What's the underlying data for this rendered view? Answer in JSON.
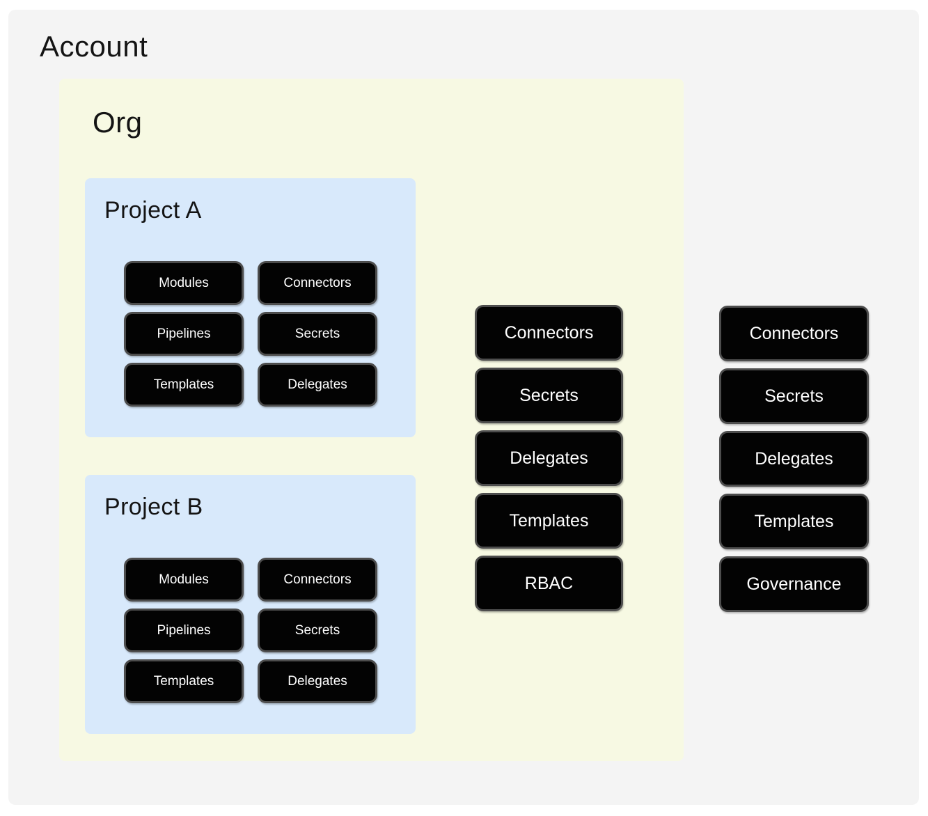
{
  "account": {
    "title": "Account",
    "items": [
      "Connectors",
      "Secrets",
      "Delegates",
      "Templates",
      "Governance"
    ],
    "org": {
      "title": "Org",
      "items": [
        "Connectors",
        "Secrets",
        "Delegates",
        "Templates",
        "RBAC"
      ],
      "projects": [
        {
          "title": "Project A",
          "items": [
            "Modules",
            "Connectors",
            "Pipelines",
            "Secrets",
            "Templates",
            "Delegates"
          ]
        },
        {
          "title": "Project B",
          "items": [
            "Modules",
            "Connectors",
            "Pipelines",
            "Secrets",
            "Templates",
            "Delegates"
          ]
        }
      ]
    }
  },
  "colors": {
    "account_bg": "#f4f4f4",
    "org_bg": "#f7f9e3",
    "project_bg": "#d8e9fb",
    "pill_bg": "#030303",
    "pill_border": "#4d4d4d",
    "pill_text": "#ffffff",
    "title_text": "#141414"
  }
}
